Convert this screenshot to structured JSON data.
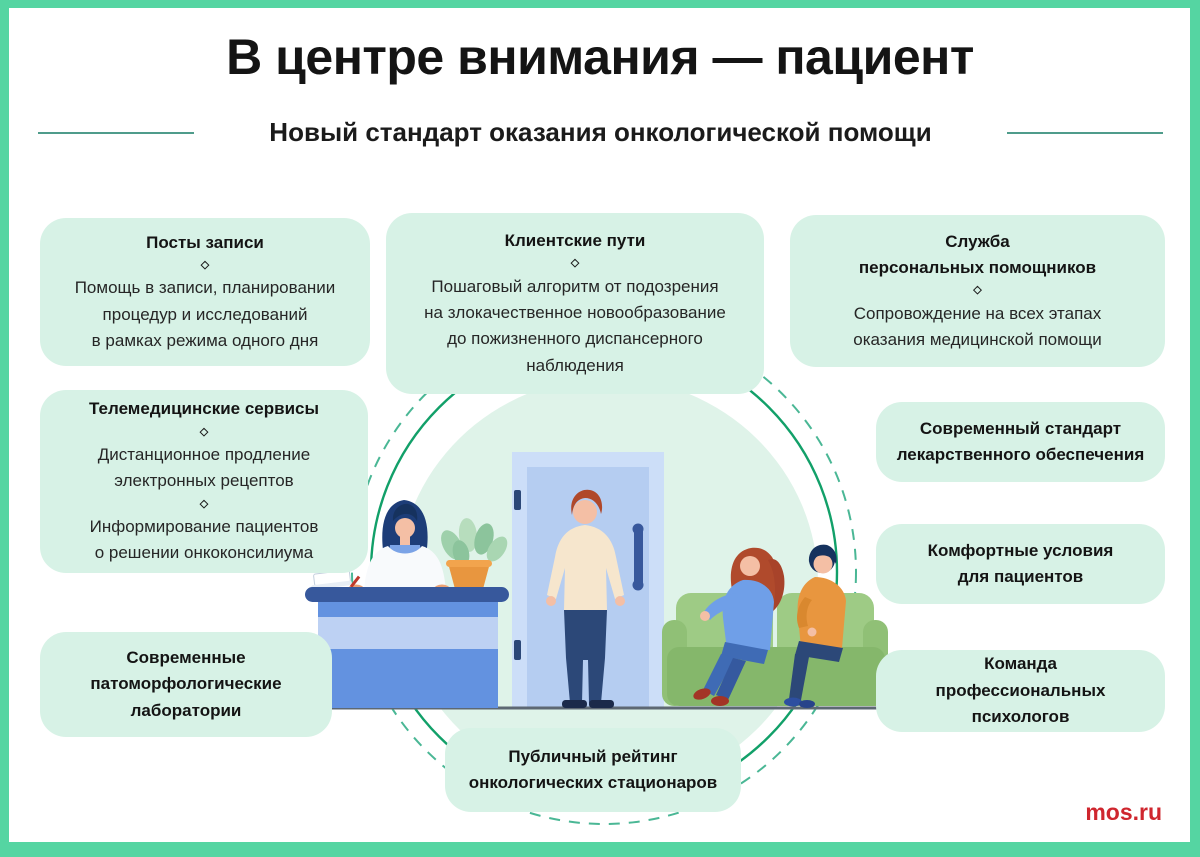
{
  "header": {
    "title": "В центре внимания — пациент",
    "subtitle": "Новый стандарт оказания онкологической помощи"
  },
  "ui": {
    "diamond": "◇"
  },
  "cards": [
    {
      "title": "Посты записи",
      "sections": [
        "Помощь в записи, планировании\nпроцедур и исследований\nв рамках режима одного дня"
      ]
    },
    {
      "title": "Клиентские пути",
      "sections": [
        "Пошаговый алгоритм от подозрения\nна злокачественное новообразование\nдо пожизненного диспансерного\nнаблюдения"
      ]
    },
    {
      "title": "Служба\nперсональных помощников",
      "sections": [
        "Сопровождение на всех этапах\nоказания медицинской помощи"
      ]
    },
    {
      "title": "Телемедицинские сервисы",
      "sections": [
        "Дистанционное продление\nэлектронных рецептов",
        "Информирование пациентов\nо решении онкоконсилиума"
      ]
    },
    {
      "title": "Современный стандарт\nлекарственного обеспечения",
      "sections": []
    },
    {
      "title": "Комфортные условия\nдля пациентов",
      "sections": []
    },
    {
      "title": "Современные\nпатоморфологические\nлаборатории",
      "sections": []
    },
    {
      "title": "Команда\nпрофессиональных психологов",
      "sections": []
    },
    {
      "title": "Публичный рейтинг\nонкологических стационаров",
      "sections": []
    }
  ],
  "footer": {
    "logo": "mos.ru"
  },
  "colors": {
    "frame": "#55d5a2",
    "card_background": "#d7f2e6",
    "circle_fill": "#dff3e9",
    "circle_solid_stroke": "#12a069",
    "circle_dashed_stroke": "#4ab795",
    "logo_red": "#cf262e",
    "text_dark": "#141414"
  }
}
